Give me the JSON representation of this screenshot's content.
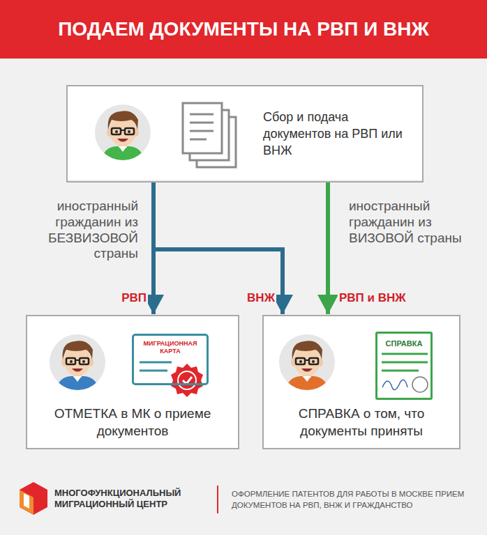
{
  "diagram": {
    "title": "ПОДАЕМ ДОКУМЕНТЫ НА РВП И ВНЖ",
    "nodes": [
      {
        "text": [
          "Сбор и подача документов на РВП или ВНЖ"
        ]
      },
      {
        "text": [
          "ОТМЕТКА в МК о приеме документов"
        ]
      },
      {
        "text": [
          "МИГРАЦИОННАЯ КАРТА"
        ],
        "in": 1
      },
      {
        "text": [
          "СПРАВКА о том, что документы приняты"
        ]
      },
      {
        "text": [
          "СПРАВКА"
        ],
        "in": 3
      }
    ],
    "edges": [
      {
        "from": 0,
        "to": 1,
        "label": "РВП",
        "arrow": "to"
      },
      {
        "from": 0,
        "to": 3,
        "label": "ВНЖ",
        "arrow": "to"
      },
      {
        "from": 0,
        "to": 3,
        "label": "РВП и ВНЖ",
        "arrow": "to"
      }
    ],
    "labels": [
      "иностранный гражданин из БЕЗВИЗОВОЙ страны",
      "иностранный гражданин из ВИЗОВОЙ страны",
      "МНОГОФУНКЦИОНАЛЬНЫЙ МИГРАЦИОННЫЙ ЦЕНТР",
      "ОФОРМЛЕНИЕ ПАТЕНТОВ ДЛЯ РАБОТЫ В МОСКВЕ ПРИЕМ ДОКУМЕНТОВ НА РВП, ВНЖ И ГРАЖДАНСТВО"
    ]
  }
}
